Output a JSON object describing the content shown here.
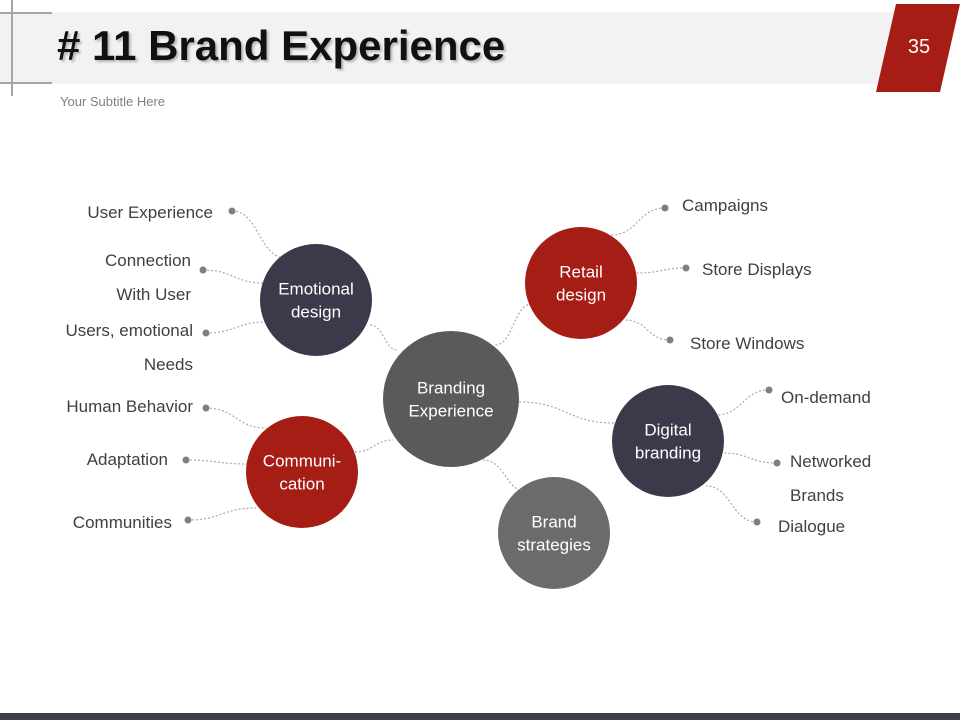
{
  "header": {
    "title": "# 11 Brand Experience",
    "subtitle": "Your Subtitle Here",
    "page_number": "35"
  },
  "colors": {
    "dark": "#3b3a4a",
    "red": "#a61d15",
    "gray": "#5a5a5a",
    "light_gray": "#6b6b6b",
    "connector": "#aaaaaa",
    "leaf_text": "#404040"
  },
  "diagram": {
    "center": {
      "lines": [
        "Branding",
        "Experience"
      ]
    },
    "nodes": [
      {
        "id": "emotional-design",
        "lines": [
          "Emotional",
          "design"
        ],
        "color": "#3b3a4a",
        "leaves": [
          {
            "id": "user-experience",
            "lines": [
              "User Experience"
            ]
          },
          {
            "id": "connection-with-user",
            "lines": [
              "Connection",
              "With User"
            ]
          },
          {
            "id": "users-emotional-needs",
            "lines": [
              "Users, emotional",
              "Needs"
            ]
          }
        ]
      },
      {
        "id": "communication",
        "lines": [
          "Communi-",
          "cation"
        ],
        "color": "#a61d15",
        "leaves": [
          {
            "id": "human-behavior",
            "lines": [
              "Human Behavior"
            ]
          },
          {
            "id": "adaptation",
            "lines": [
              "Adaptation"
            ]
          },
          {
            "id": "communities",
            "lines": [
              "Communities"
            ]
          }
        ]
      },
      {
        "id": "retail-design",
        "lines": [
          "Retail",
          "design"
        ],
        "color": "#a61d15",
        "leaves": [
          {
            "id": "campaigns",
            "lines": [
              "Campaigns"
            ]
          },
          {
            "id": "store-displays",
            "lines": [
              "Store Displays"
            ]
          },
          {
            "id": "store-windows",
            "lines": [
              "Store Windows"
            ]
          }
        ]
      },
      {
        "id": "digital-branding",
        "lines": [
          "Digital",
          "branding"
        ],
        "color": "#3b3a4a",
        "leaves": [
          {
            "id": "on-demand",
            "lines": [
              "On-demand"
            ]
          },
          {
            "id": "networked-brands",
            "lines": [
              "Networked",
              "Brands"
            ]
          },
          {
            "id": "dialogue",
            "lines": [
              "Dialogue"
            ]
          }
        ]
      },
      {
        "id": "brand-strategies",
        "lines": [
          "Brand",
          "strategies"
        ],
        "color": "#6b6b6b",
        "leaves": []
      }
    ]
  }
}
